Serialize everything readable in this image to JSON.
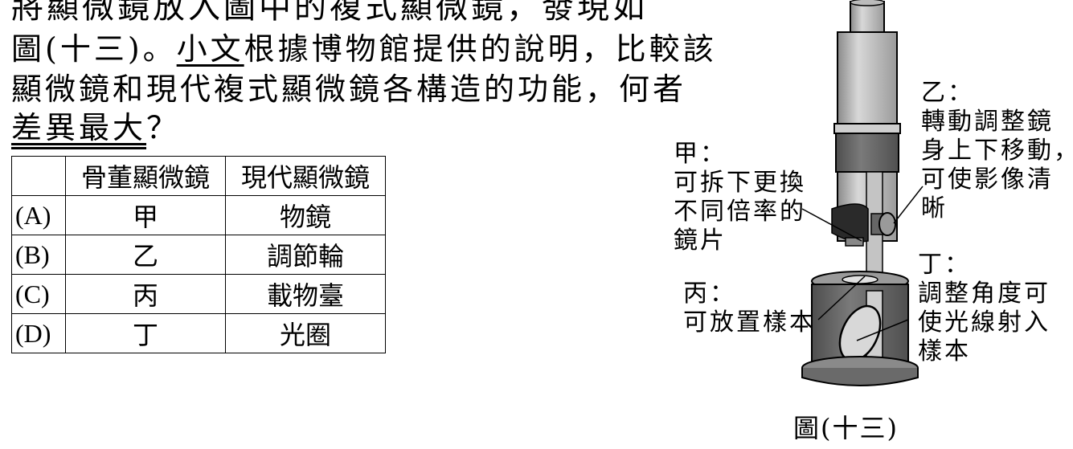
{
  "question": {
    "cut_line": "將顯微鏡放入圖中的複式顯微鏡，發現如",
    "line1_prefix": "圖(十三)。",
    "line1_underlined": "小文",
    "line1_suffix": "根據博物館提供的說明，比較該",
    "line2": "顯微鏡和現代複式顯微鏡各構造的功能，何者",
    "line3_emph": "差異最大",
    "line3_suffix": "？"
  },
  "table": {
    "headers": [
      "",
      "骨董顯微鏡",
      "現代顯微鏡"
    ],
    "rows": [
      [
        "(A)",
        "甲",
        "物鏡"
      ],
      [
        "(B)",
        "乙",
        "調節輪"
      ],
      [
        "(C)",
        "丙",
        "載物臺"
      ],
      [
        "(D)",
        "丁",
        "光圈"
      ]
    ]
  },
  "figure": {
    "caption": "圖(十三)",
    "labels": {
      "jia": [
        "甲：",
        "可拆下更換",
        "不同倍率的",
        "鏡片"
      ],
      "yi": [
        "乙：",
        "轉動調整鏡",
        "身上下移動，",
        "可使影像清",
        "晰"
      ],
      "bing": [
        "丙：",
        "可放置樣本"
      ],
      "ding": [
        "丁：",
        "調整角度可",
        "使光線射入",
        "樣本"
      ]
    }
  },
  "colors": {
    "text": "#000000",
    "tube_light": "#cfcfcf",
    "tube_dark": "#6e6e6e",
    "tube_mid": "#a8a8a8"
  }
}
